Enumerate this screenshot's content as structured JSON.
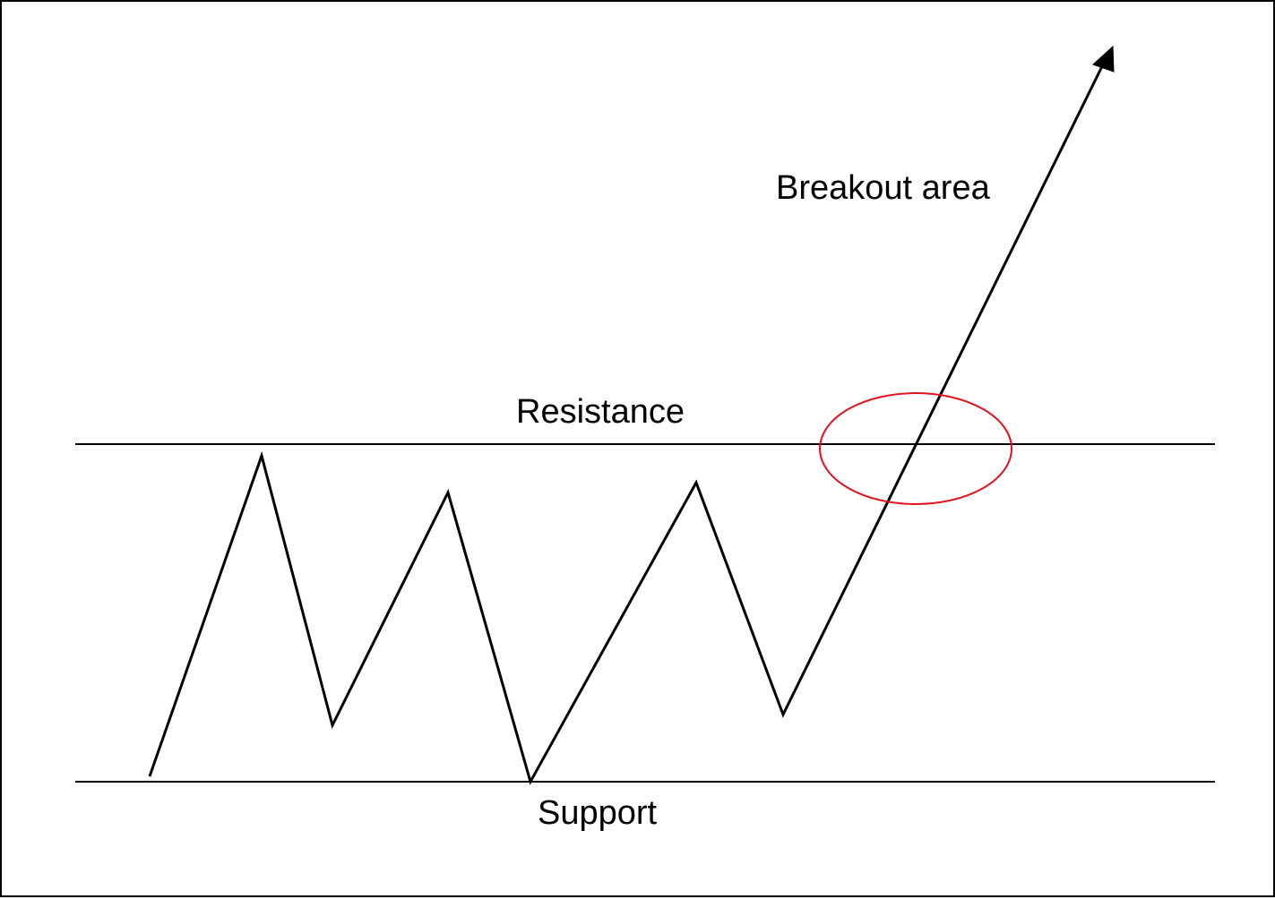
{
  "diagram": {
    "breakout_label": "Breakout area",
    "resistance_label": "Resistance",
    "support_label": "Support"
  },
  "colors": {
    "lines": "#000000",
    "highlight": "#e0141e",
    "background": "#ffffff"
  }
}
